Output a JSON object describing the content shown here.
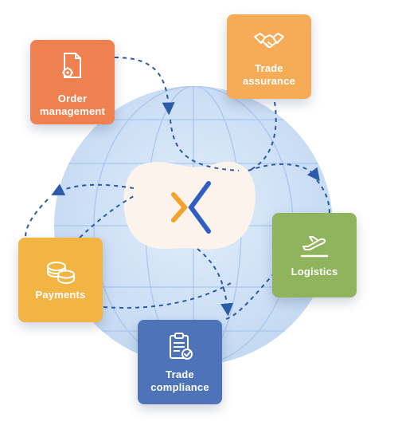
{
  "cards": {
    "order_management": {
      "line1": "Order",
      "line2": "management",
      "icon": "document-gear-icon",
      "color": "#ef8150"
    },
    "trade_assurance": {
      "line1": "Trade",
      "line2": "assurance",
      "icon": "handshake-icon",
      "color": "#f6ab57"
    },
    "logistics": {
      "line1": "Logistics",
      "icon": "airplane-takeoff-icon",
      "color": "#8fb45d"
    },
    "payments": {
      "line1": "Payments",
      "icon": "coins-icon",
      "color": "#f2b544"
    },
    "trade_compliance": {
      "line1": "Trade",
      "line2": "compliance",
      "icon": "clipboard-check-icon",
      "color": "#4e73b8"
    }
  },
  "center": {
    "icon": "brand-logo-icon",
    "colors": [
      "#f6a12a",
      "#2f5fc4"
    ]
  },
  "globe": {
    "fill": "#cfe1f6",
    "lines": "#a9c7ec"
  },
  "arrows": {
    "color": "#2a5aa8"
  }
}
